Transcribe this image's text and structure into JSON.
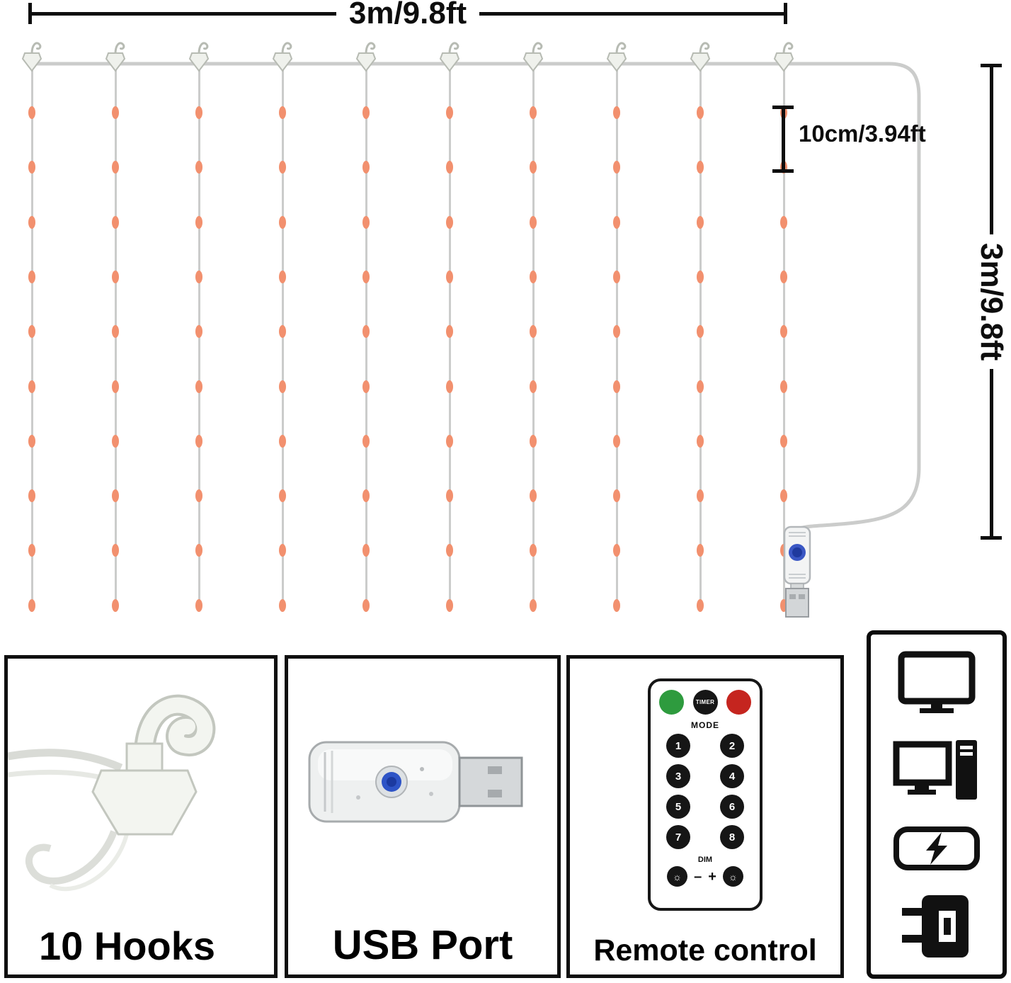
{
  "diagram": {
    "width_dimension": "3m/9.8ft",
    "height_dimension": "3m/9.8ft",
    "led_spacing_dimension": "10cm/3.94ft",
    "curtain": {
      "string_count": 10,
      "leds_per_string": 10,
      "led_color": "#F2906E",
      "wire_color": "#cbcccb"
    }
  },
  "feature_panels": [
    {
      "id": "hooks",
      "label": "10 Hooks"
    },
    {
      "id": "usb",
      "label": "USB Port"
    },
    {
      "id": "remote",
      "label": "Remote control"
    }
  ],
  "remote_control": {
    "top_buttons": [
      {
        "name": "power-on-button",
        "color": "#2e9b3e",
        "label": ""
      },
      {
        "name": "timer-button",
        "color": "#161616",
        "label": "TIMER"
      },
      {
        "name": "power-off-button",
        "color": "#c5251f",
        "label": ""
      }
    ],
    "mode_label": "MODE",
    "mode_buttons": [
      "1",
      "2",
      "3",
      "4",
      "5",
      "6",
      "7",
      "8"
    ],
    "dim_label": "DIM",
    "dim_minus": "–",
    "dim_plus": "+",
    "sun_glyph": "☼"
  },
  "power_source_icons": [
    "tv-icon",
    "desktop-computer-icon",
    "power-bank-icon",
    "usb-wall-plug-icon"
  ]
}
